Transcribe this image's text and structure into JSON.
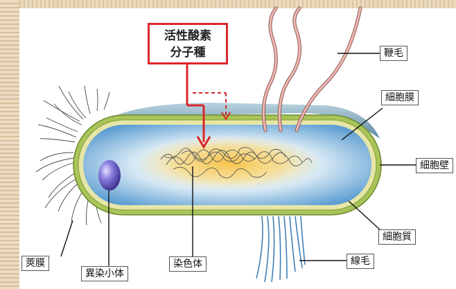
{
  "callout": {
    "line1": "活性酸素",
    "line2": "分子種"
  },
  "labels": {
    "flagellum": "鞭毛",
    "cell_membrane": "細胞膜",
    "cell_wall": "細胞壁",
    "cytoplasm": "細胞質",
    "pilus": "線毛",
    "capsule": "莢膜",
    "metachromatic_granule": "異染小体",
    "chromosome": "染色体"
  },
  "colors": {
    "arrow_red": "#d9262b",
    "cell_blue": "#7fb6de",
    "wall_green": "#b4c96a",
    "flagellum_pink": "#f0b8b2",
    "pilus_blue": "#3f7fb8",
    "granule_purple": "#5b4fb3"
  }
}
